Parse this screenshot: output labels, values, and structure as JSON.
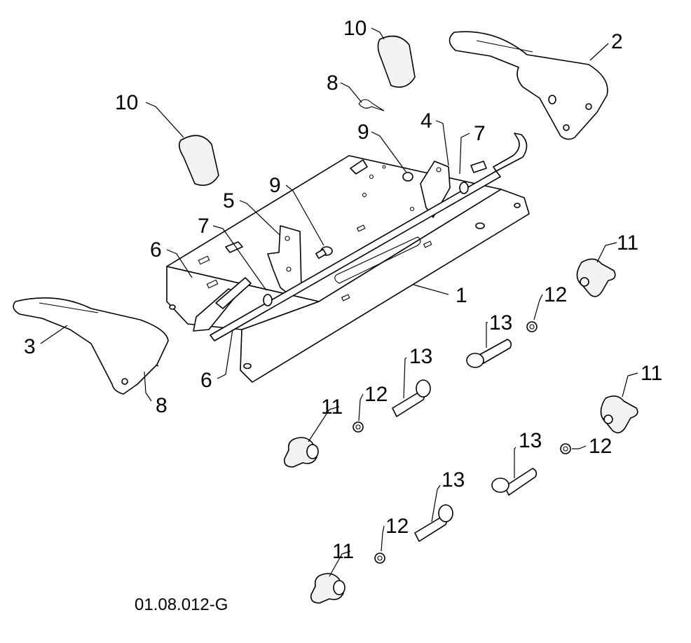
{
  "callouts": {
    "c1": "1",
    "c2": "2",
    "c3": "3",
    "c4": "4",
    "c5": "5",
    "c6a": "6",
    "c6b": "6",
    "c7a": "7",
    "c7b": "7",
    "c8a": "8",
    "c8b": "8",
    "c9a": "9",
    "c9b": "9",
    "c10a": "10",
    "c10b": "10",
    "c11a": "11",
    "c11b": "11",
    "c11c": "11",
    "c11d": "11",
    "c12a": "12",
    "c12b": "12",
    "c12c": "12",
    "c12d": "12",
    "c13a": "13",
    "c13b": "13",
    "c13c": "13",
    "c13d": "13"
  },
  "drawing_code": "01.08.012-G"
}
